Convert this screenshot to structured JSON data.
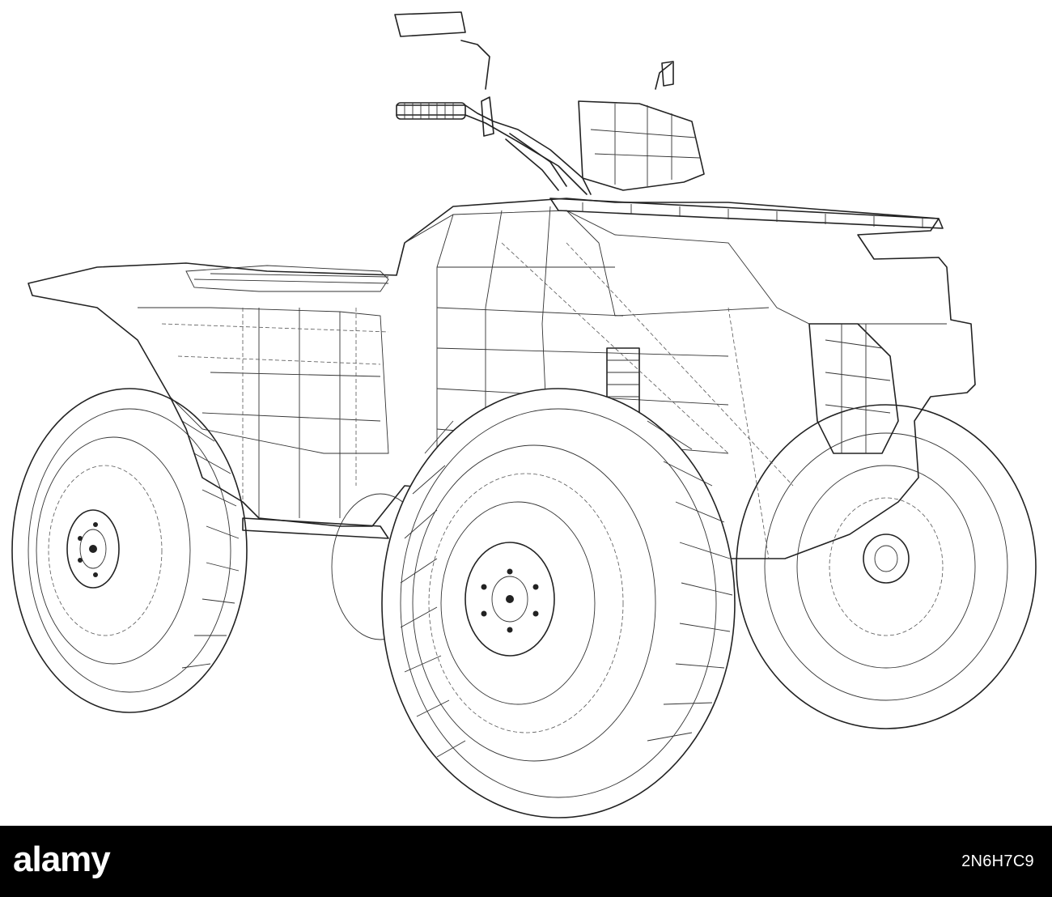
{
  "illustration": {
    "subject": "ATV quad bike wireframe",
    "stroke_color": "#222222",
    "background_color": "#ffffff"
  },
  "footer": {
    "background_color": "#000000",
    "text_color": "#ffffff",
    "brand": "alamy",
    "image_id": "2N6H7C9"
  }
}
